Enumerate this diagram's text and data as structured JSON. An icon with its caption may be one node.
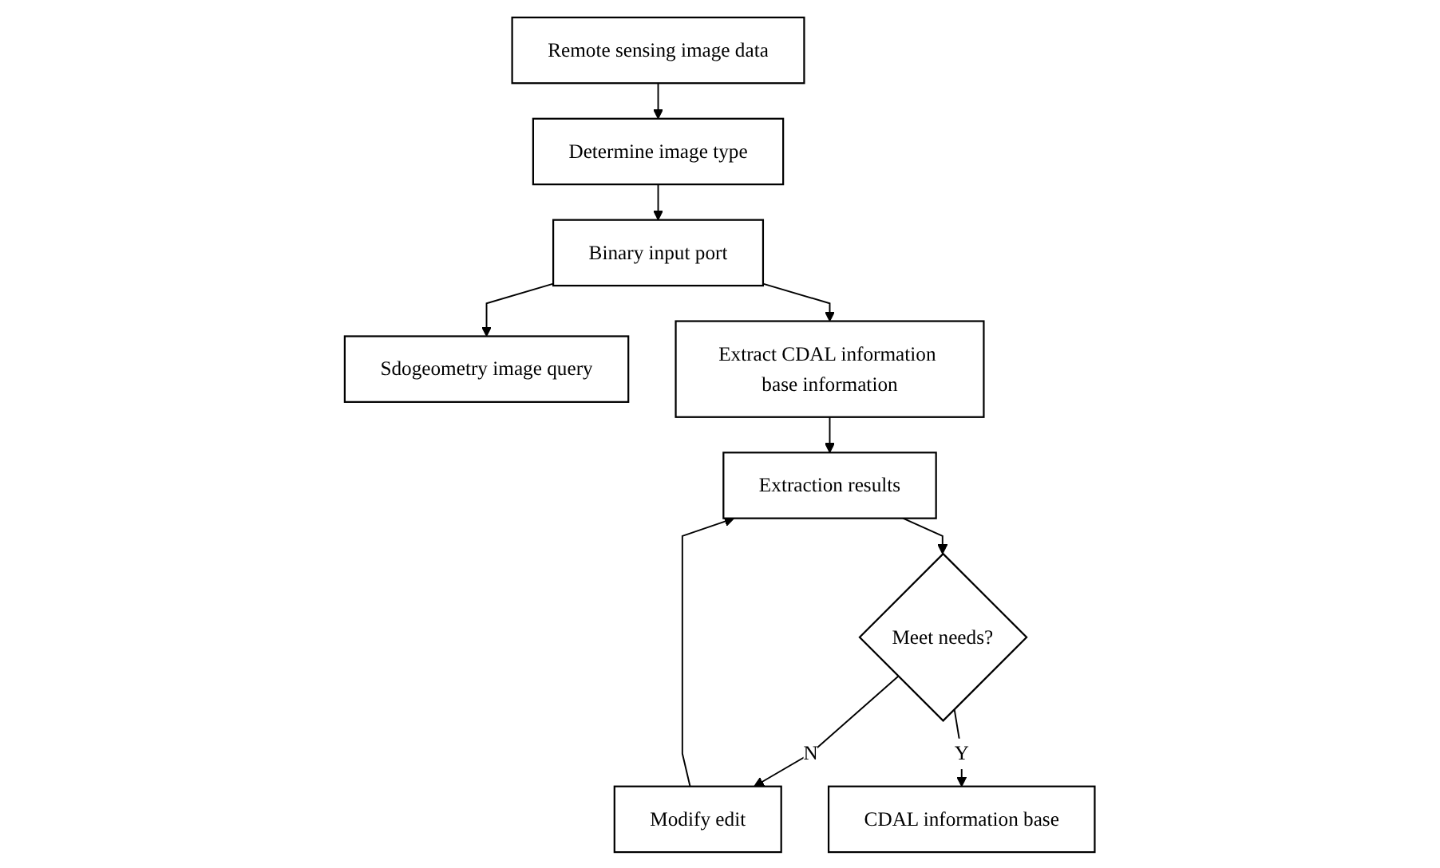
{
  "diagram": {
    "nodes": [
      {
        "text": [
          "Remote sensing image data"
        ]
      },
      {
        "text": [
          "Determine image type"
        ]
      },
      {
        "text": [
          "Binary input port"
        ]
      },
      {
        "text": [
          "Sdogeometry image query"
        ]
      },
      {
        "text": [
          "Extract CDAL information base information"
        ]
      },
      {
        "text": [
          "Extraction results"
        ]
      },
      {
        "text": [
          "Meet needs?"
        ]
      },
      {
        "text": [
          "Modify edit"
        ]
      },
      {
        "text": [
          "CDAL information base"
        ]
      }
    ],
    "edges": [
      {
        "from": 0,
        "to": 1,
        "arrow": "to"
      },
      {
        "from": 1,
        "to": 2,
        "arrow": "to"
      },
      {
        "from": 2,
        "to": 3,
        "arrow": "to"
      },
      {
        "from": 2,
        "to": 4,
        "arrow": "to"
      },
      {
        "from": 4,
        "to": 5,
        "arrow": "to"
      },
      {
        "from": 5,
        "to": 6,
        "arrow": "to"
      },
      {
        "from": 6,
        "to": 7,
        "arrow": "to",
        "label": "N"
      },
      {
        "from": 7,
        "to": 5,
        "arrow": "to"
      },
      {
        "from": 6,
        "to": 8,
        "arrow": "to",
        "label": "Y"
      }
    ]
  }
}
